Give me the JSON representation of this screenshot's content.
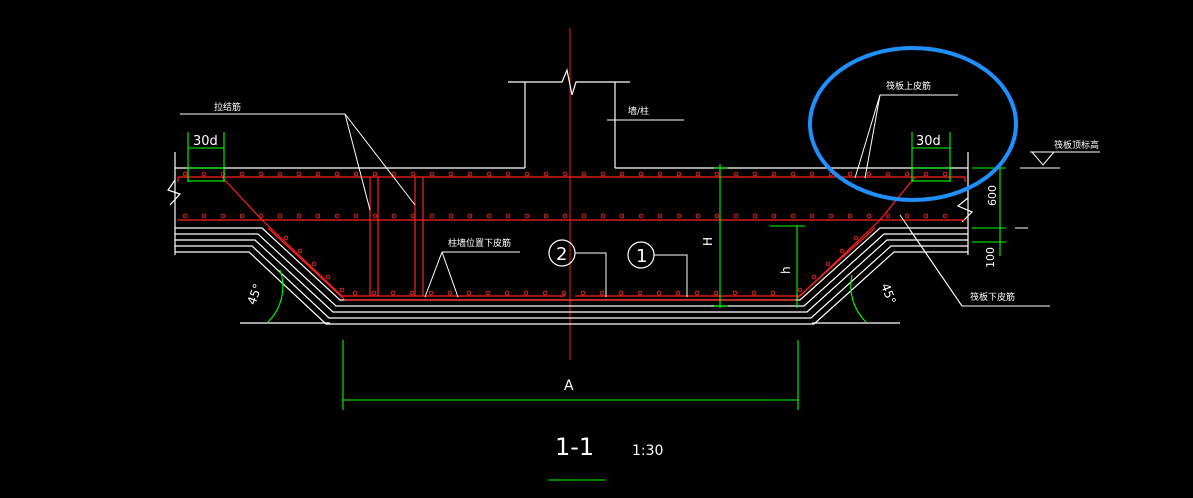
{
  "title": {
    "section": "1-1",
    "scale": "1:30"
  },
  "labels": {
    "la_jie_jin": "拉结筋",
    "wall_col": "墙/柱",
    "raft_top_bar": "筏板上皮筋",
    "raft_elev": "筏板顶标高",
    "col_wall_bottom_bar": "柱墙位置下皮筋",
    "raft_bottom_bar": "筏板下皮筋"
  },
  "dims": {
    "d30_left": "30d",
    "d30_right": "30d",
    "H": "H",
    "h": "h",
    "A": "A",
    "d600": "600",
    "d100": "100",
    "ang_left": "45°",
    "ang_right": "45°"
  },
  "markers": {
    "m2": "2",
    "m1": "1"
  },
  "colors": {
    "background": "#000000",
    "linework": "#ffffff",
    "rebar": "#ff2020",
    "dimension": "#00ff00",
    "highlight": "#1e90ff"
  }
}
